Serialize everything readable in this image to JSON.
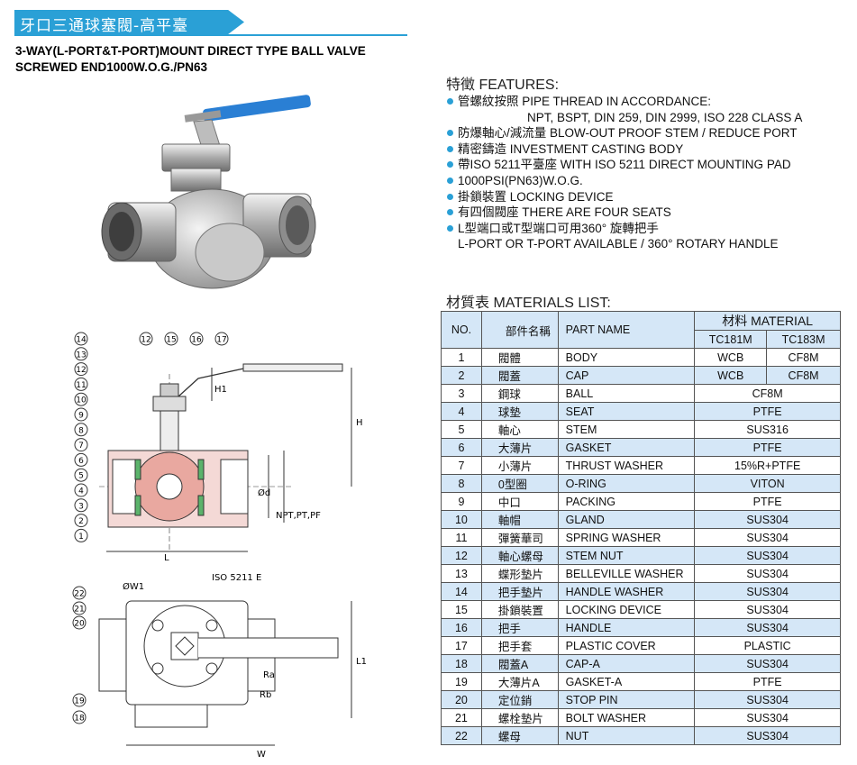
{
  "header": {
    "title_zh": "牙口三通球塞閥-高平臺",
    "subtitle_line1": "3-WAY(L-PORT&T-PORT)MOUNT DIRECT TYPE  BALL VALVE",
    "subtitle_line2": "SCREWED END1000W.O.G./PN63"
  },
  "features": {
    "heading": "特徵  FEATURES:",
    "items": [
      {
        "text": "管螺紋按照  PIPE THREAD IN ACCORDANCE:",
        "cont": "NPT, BSPT, DIN 259, DIN 2999, ISO 228 CLASS A"
      },
      {
        "text": "防爆軸心/減流量  BLOW-OUT PROOF STEM / REDUCE PORT"
      },
      {
        "text": "精密鑄造  INVESTMENT CASTING BODY"
      },
      {
        "text": "帶ISO 5211平臺座  WITH ISO 5211 DIRECT MOUNTING PAD"
      },
      {
        "text": "1000PSI(PN63)W.O.G."
      },
      {
        "text": "掛鎖裝置  LOCKING DEVICE"
      },
      {
        "text": "有四個閥座  THERE ARE FOUR SEATS"
      },
      {
        "text": "L型端口或T型端口可用360°  旋轉把手",
        "cont": "L-PORT OR T-PORT  AVAILABLE / 360° ROTARY HANDLE"
      }
    ]
  },
  "materials": {
    "heading": "材質表  MATERIALS LIST:",
    "col_no": "NO.",
    "col_name_zh": "部件名稱",
    "col_name_en": "PART NAME",
    "col_material": "材料  MATERIAL",
    "col_tc181m": "TC181M",
    "col_tc183m": "TC183M",
    "rows": [
      {
        "no": "1",
        "zh": "閥體",
        "en": "BODY",
        "m1": "WCB",
        "m2": "CF8M"
      },
      {
        "no": "2",
        "zh": "閥蓋",
        "en": "CAP",
        "m1": "WCB",
        "m2": "CF8M"
      },
      {
        "no": "3",
        "zh": "鋼球",
        "en": "BALL",
        "m": "CF8M"
      },
      {
        "no": "4",
        "zh": "球墊",
        "en": "SEAT",
        "m": "PTFE"
      },
      {
        "no": "5",
        "zh": "軸心",
        "en": "STEM",
        "m": "SUS316"
      },
      {
        "no": "6",
        "zh": "大薄片",
        "en": "GASKET",
        "m": "PTFE"
      },
      {
        "no": "7",
        "zh": "小薄片",
        "en": "THRUST WASHER",
        "m": "15%R+PTFE"
      },
      {
        "no": "8",
        "zh": "0型圈",
        "en": "O-RING",
        "m": "VITON"
      },
      {
        "no": "9",
        "zh": "中口",
        "en": "PACKING",
        "m": "PTFE"
      },
      {
        "no": "10",
        "zh": "軸帽",
        "en": "GLAND",
        "m": "SUS304"
      },
      {
        "no": "11",
        "zh": "彈簧華司",
        "en": "SPRING WASHER",
        "m": "SUS304"
      },
      {
        "no": "12",
        "zh": "軸心螺母",
        "en": "STEM NUT",
        "m": "SUS304"
      },
      {
        "no": "13",
        "zh": "蝶形墊片",
        "en": "BELLEVILLE WASHER",
        "m": "SUS304"
      },
      {
        "no": "14",
        "zh": "把手墊片",
        "en": "HANDLE WASHER",
        "m": "SUS304"
      },
      {
        "no": "15",
        "zh": "掛鎖裝置",
        "en": "LOCKING DEVICE",
        "m": "SUS304"
      },
      {
        "no": "16",
        "zh": "把手",
        "en": "HANDLE",
        "m": "SUS304"
      },
      {
        "no": "17",
        "zh": "把手套",
        "en": "PLASTIC COVER",
        "m": "PLASTIC"
      },
      {
        "no": "18",
        "zh": "閥蓋A",
        "en": "CAP-A",
        "m": "SUS304"
      },
      {
        "no": "19",
        "zh": "大薄片A",
        "en": "GASKET-A",
        "m": "PTFE"
      },
      {
        "no": "20",
        "zh": "定位銷",
        "en": "STOP PIN",
        "m": "SUS304"
      },
      {
        "no": "21",
        "zh": "螺栓墊片",
        "en": "BOLT WASHER",
        "m": "SUS304"
      },
      {
        "no": "22",
        "zh": "螺母",
        "en": "NUT",
        "m": "SUS304"
      }
    ]
  },
  "drawing": {
    "callouts_left": [
      "14",
      "13",
      "12",
      "11",
      "10",
      "9",
      "8",
      "7",
      "6",
      "5",
      "4",
      "3",
      "2",
      "1"
    ],
    "callouts_top": [
      "12",
      "15",
      "16",
      "17"
    ],
    "callouts_plan": [
      "22",
      "21",
      "20",
      "19",
      "18"
    ],
    "dim_h1": "H1",
    "dim_h": "H",
    "dim_phi_d": "Ød",
    "dim_npt": "NPT,PT,PF",
    "dim_l": "L",
    "dim_iso": "ISO 5211 E",
    "dim_ow1": "ØW1",
    "dim_ra": "Ra",
    "dim_rb": "Rb",
    "dim_l1": "L1",
    "dim_w": "W"
  },
  "colors": {
    "accent": "#2aa0d6",
    "row_tint": "#d5e7f7",
    "handle_blue": "#2a7fd4"
  }
}
